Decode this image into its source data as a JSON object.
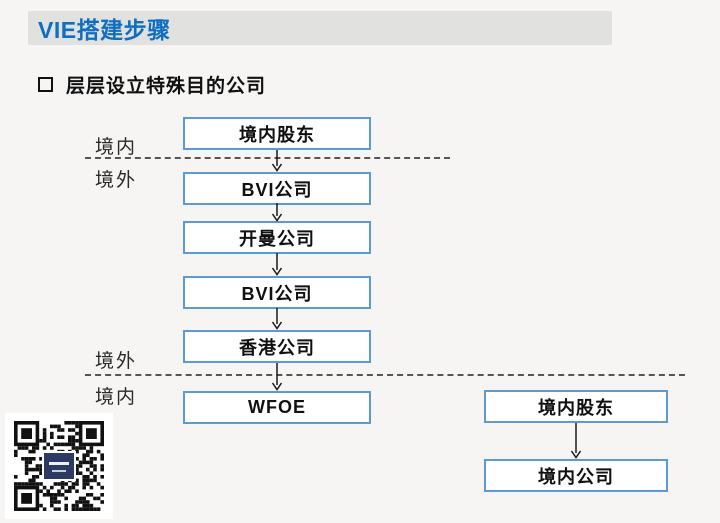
{
  "header": {
    "title": "VIE搭建步骤"
  },
  "bullet": {
    "label": "层层设立特殊目的公司"
  },
  "diagram": {
    "labels": {
      "inside_top": "境内",
      "outside_top": "境外",
      "outside_bottom": "境外",
      "inside_bottom": "境内"
    },
    "main_chain": [
      "境内股东",
      "BVI公司",
      "开曼公司",
      "BVI公司",
      "香港公司",
      "WFOE"
    ],
    "right_chain": [
      "境内股东",
      "境内公司"
    ]
  },
  "colors": {
    "title_blue": "#0e6ec2",
    "box_border_blue": "#5b9bd5",
    "qr_logo_navy": "#2c3a64",
    "title_bar_gray": "#e1e1e0"
  }
}
